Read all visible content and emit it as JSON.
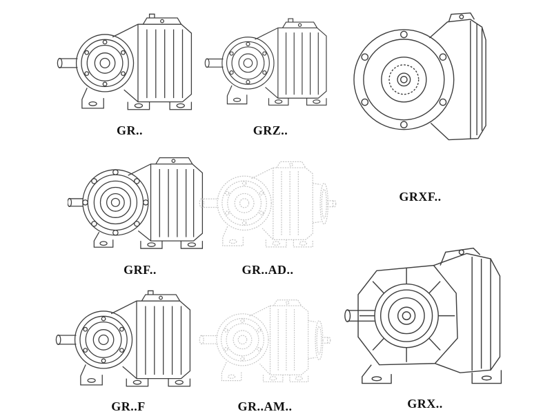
{
  "page": {
    "background": "#ffffff"
  },
  "colors": {
    "line": "#3d3d3d",
    "line_faded": "#c3c3c3",
    "label_text": "#111111"
  },
  "figures": [
    {
      "label": "GR..",
      "style": "solid"
    },
    {
      "label": "GRZ..",
      "style": "solid"
    },
    {
      "label": "GRXF..",
      "style": "solid"
    },
    {
      "label": "GRF..",
      "style": "solid"
    },
    {
      "label": "GR..AD..",
      "style": "faded"
    },
    {
      "label": "GR..F",
      "style": "solid"
    },
    {
      "label": "GR..AM..",
      "style": "faded"
    },
    {
      "label": "GRX..",
      "style": "solid"
    }
  ]
}
